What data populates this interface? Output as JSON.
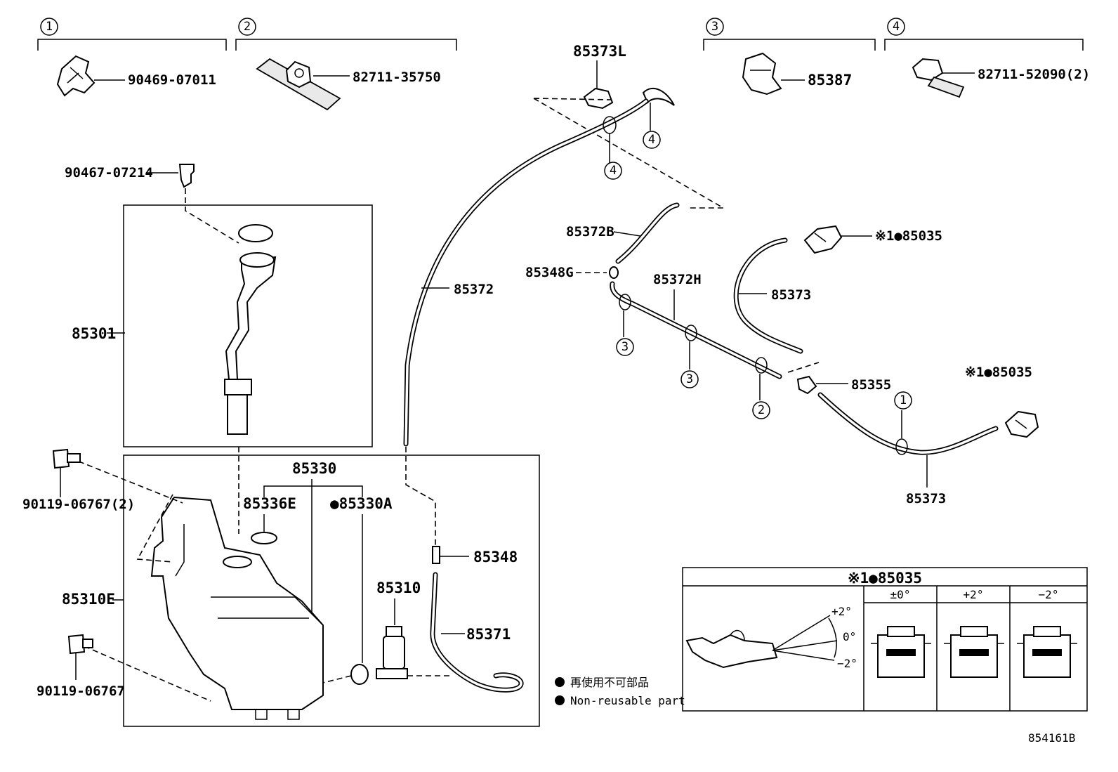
{
  "groups": [
    {
      "num": "1",
      "part": "90469-07011"
    },
    {
      "num": "2",
      "part": "82711-35750"
    },
    {
      "num": "3",
      "part": "85387"
    },
    {
      "num": "4",
      "part": "82711-52090(2)"
    }
  ],
  "labels": {
    "p85373L": "85373L",
    "p90467": "90467-07214",
    "p85301": "85301",
    "p85372": "85372",
    "p85372B": "85372B",
    "p85348G": "85348G",
    "p85372H": "85372H",
    "p85373a": "85373",
    "p85373b": "85373",
    "p85035a": "※1●85035",
    "p85035b": "※1●85035",
    "p85355": "85355",
    "p85330": "85330",
    "p85336E": "85336E",
    "p85330A": "●85330A",
    "p85348": "85348",
    "p85310": "85310",
    "p85371": "85371",
    "p85310E": "85310E",
    "p90119a": "90119-06767(2)",
    "p90119b": "90119-06767"
  },
  "circle_marks": {
    "c4a": "4",
    "c4b": "4",
    "c3a": "3",
    "c3b": "3",
    "c2": "2",
    "c1": "1"
  },
  "inset": {
    "title": "※1●85035",
    "columns": [
      "±0°",
      "+2°",
      "−2°"
    ],
    "angles": [
      "+2°",
      "0°",
      "−2°"
    ]
  },
  "legend": {
    "jp": "再使用不可部品",
    "en": "Non-reusable part"
  },
  "footer_code": "854161B"
}
